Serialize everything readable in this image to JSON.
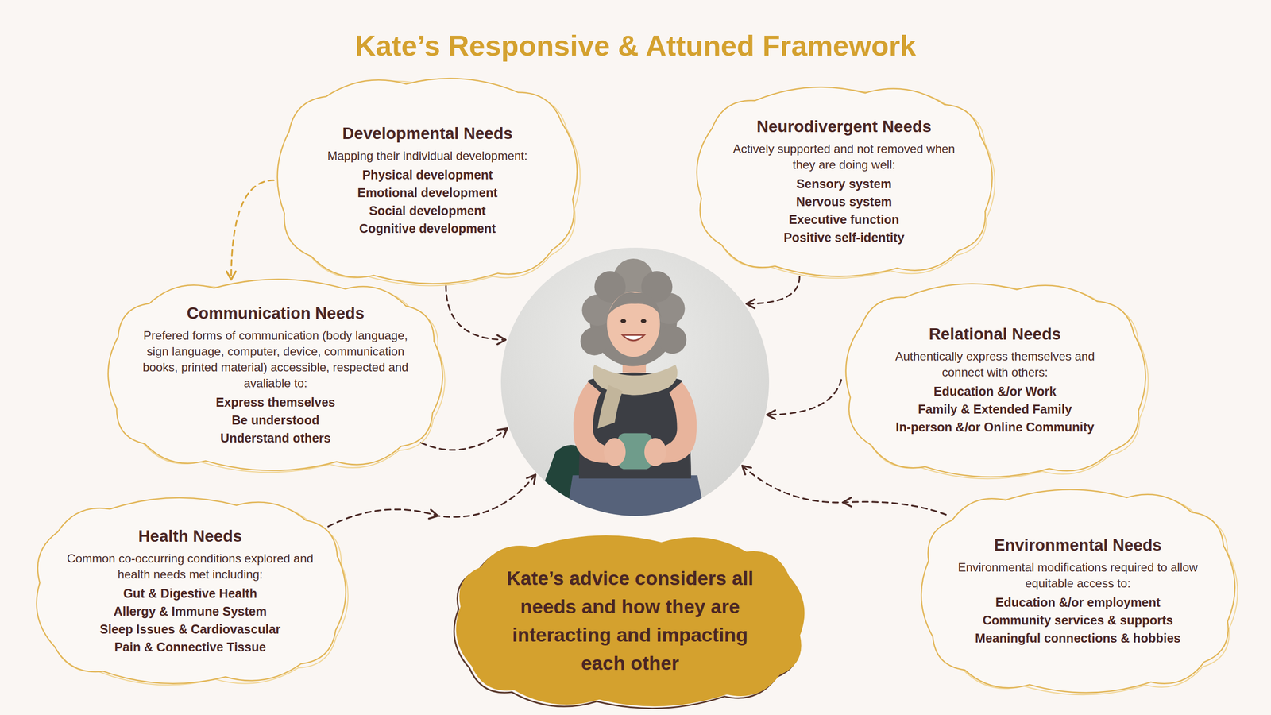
{
  "diagram": {
    "title": "Kate’s Responsive & Attuned Framework",
    "nodes": [
      {
        "text": [
          "Developmental Needs",
          "Mapping their individual development:",
          "Physical development",
          "Emotional development",
          "Social development",
          "Cognitive development"
        ]
      },
      {
        "text": [
          "Neurodivergent Needs",
          "Actively supported and not removed when they are doing well:",
          "Sensory system",
          "Nervous system",
          "Executive function",
          "Positive self-identity"
        ]
      },
      {
        "text": [
          "Communication Needs",
          "Prefered forms of communication (body language, sign language, computer, device, communication books, printed material) accessible, respected and avaliable to:",
          "Express themselves",
          "Be understood",
          "Understand others"
        ]
      },
      {
        "text": []
      },
      {
        "text": [
          "Relational Needs",
          "Authentically express themselves and connect with others:",
          "Education &/or Work",
          "Family & Extended Family",
          "In-person &/or Online Community"
        ]
      },
      {
        "text": [
          "Health Needs",
          "Common co-occurring conditions explored and health needs met including:",
          "Gut & Digestive Health",
          "Allergy & Immune System",
          "Sleep Issues & Cardiovascular",
          "Pain & Connective Tissue"
        ]
      },
      {
        "text": [
          "Kate’s advice considers all needs and how they are interacting and impacting each other"
        ]
      },
      {
        "text": [
          "Environmental Needs",
          "Environmental modifications required to allow equitable access to:",
          "Education &/or employment",
          "Community services & supports",
          "Meaningful connections & hobbies"
        ]
      }
    ],
    "edges": [
      {
        "from": 0,
        "to": 2,
        "arrow": "to"
      },
      {
        "from": 0,
        "to": 3,
        "arrow": "to"
      },
      {
        "from": 1,
        "to": 3,
        "arrow": "to"
      },
      {
        "from": 2,
        "to": 3,
        "arrow": "to"
      },
      {
        "from": 4,
        "to": 3,
        "arrow": "to"
      },
      {
        "from": 5,
        "to": 3,
        "arrow": "to"
      },
      {
        "from": 7,
        "to": 3,
        "arrow": "to"
      }
    ]
  }
}
